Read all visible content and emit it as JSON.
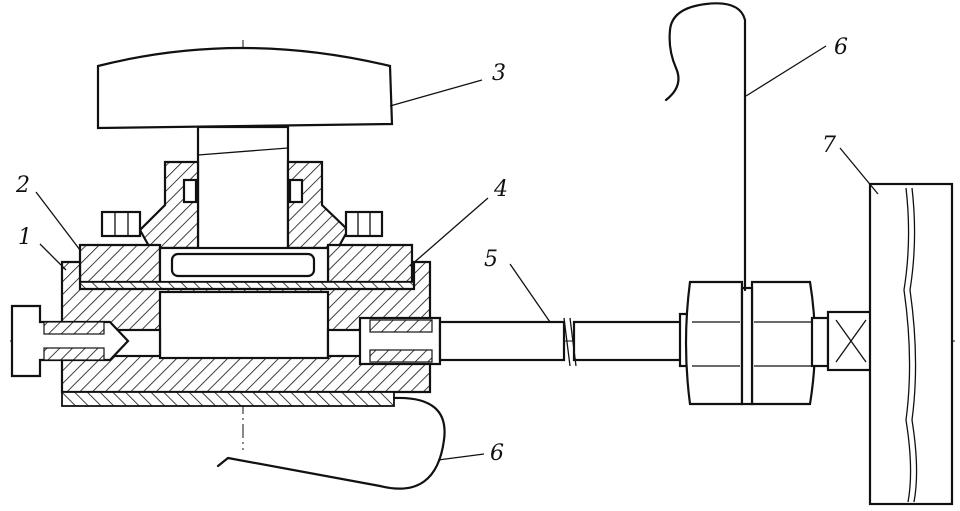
{
  "diagram": {
    "labels": {
      "l1": "1",
      "l2": "2",
      "l3": "3",
      "l4": "4",
      "l5": "5",
      "l6a": "6",
      "l6b": "6",
      "l7": "7"
    }
  }
}
